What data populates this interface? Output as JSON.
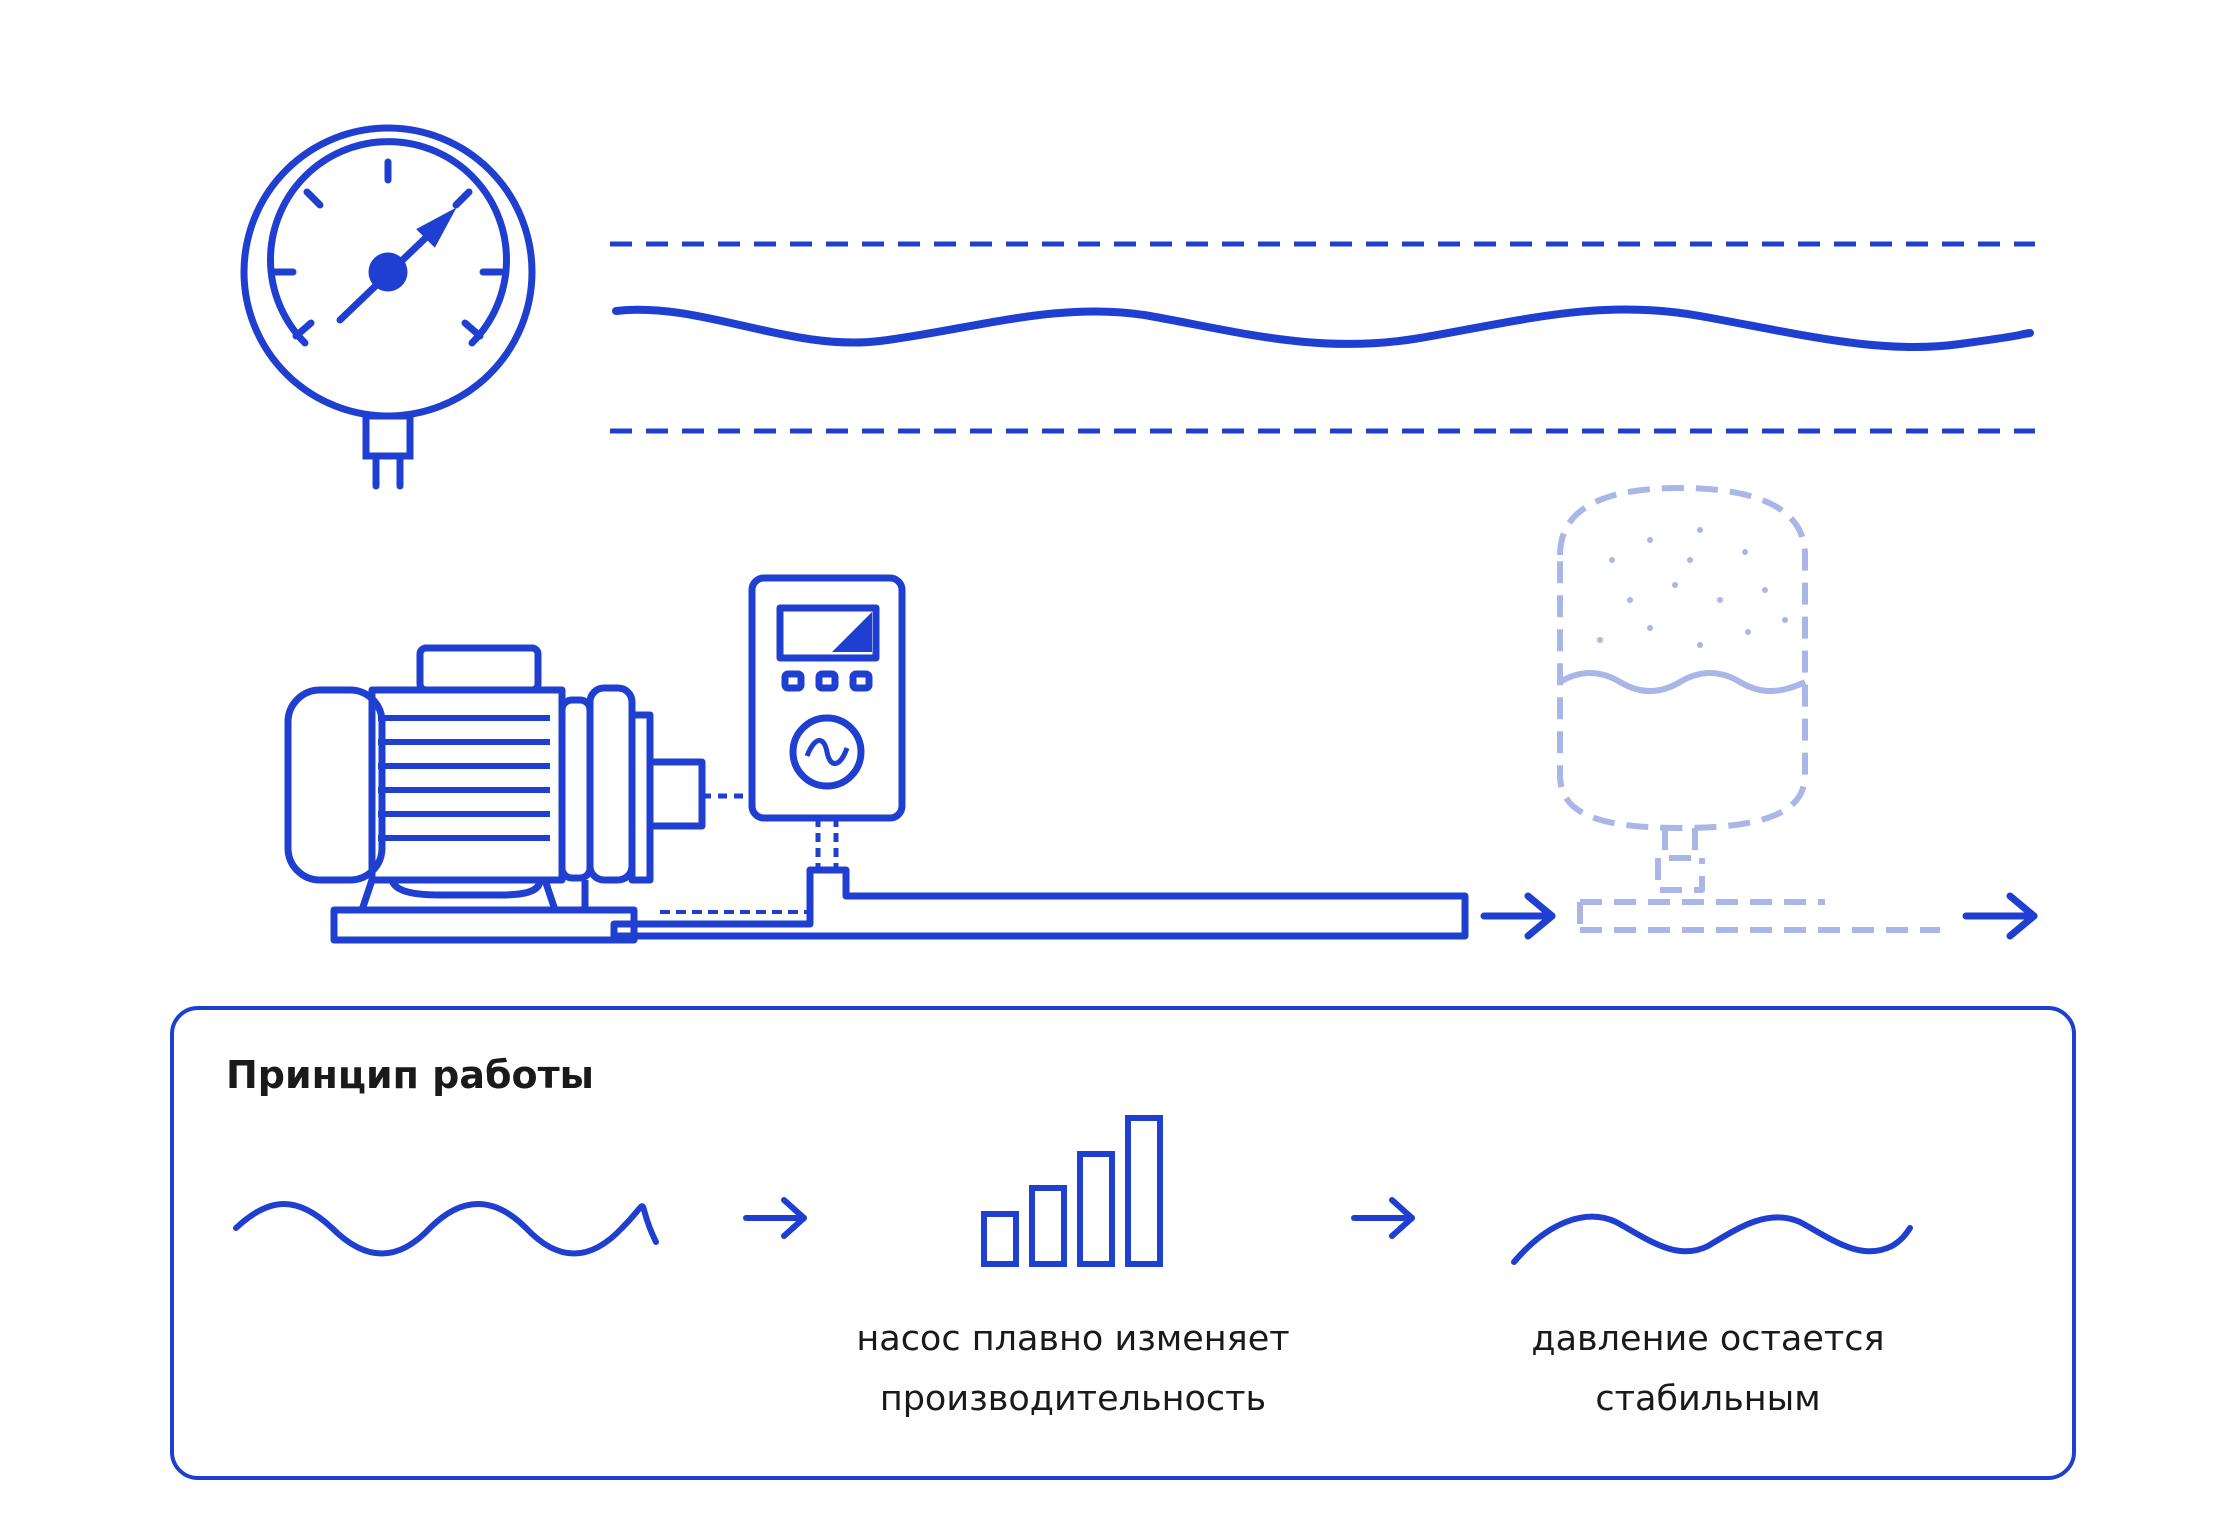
{
  "colors": {
    "primary": "#1f3fd1",
    "faded": "#a9b6e6",
    "text": "#1a1a1a",
    "background": "#ffffff"
  },
  "icons": {
    "gauge": "pressure-gauge-icon",
    "motor": "electric-motor-icon",
    "controller": "frequency-converter-icon",
    "tank": "pressure-tank-icon",
    "flow": "arrow-right-icon",
    "bars": "bar-chart-icon"
  },
  "panel": {
    "title": "Принцип работы",
    "step2_caption_line1": "насос плавно изменяет",
    "step2_caption_line2": "производительность",
    "step3_caption_line1": "давление остается",
    "step3_caption_line2": "стабильным"
  }
}
